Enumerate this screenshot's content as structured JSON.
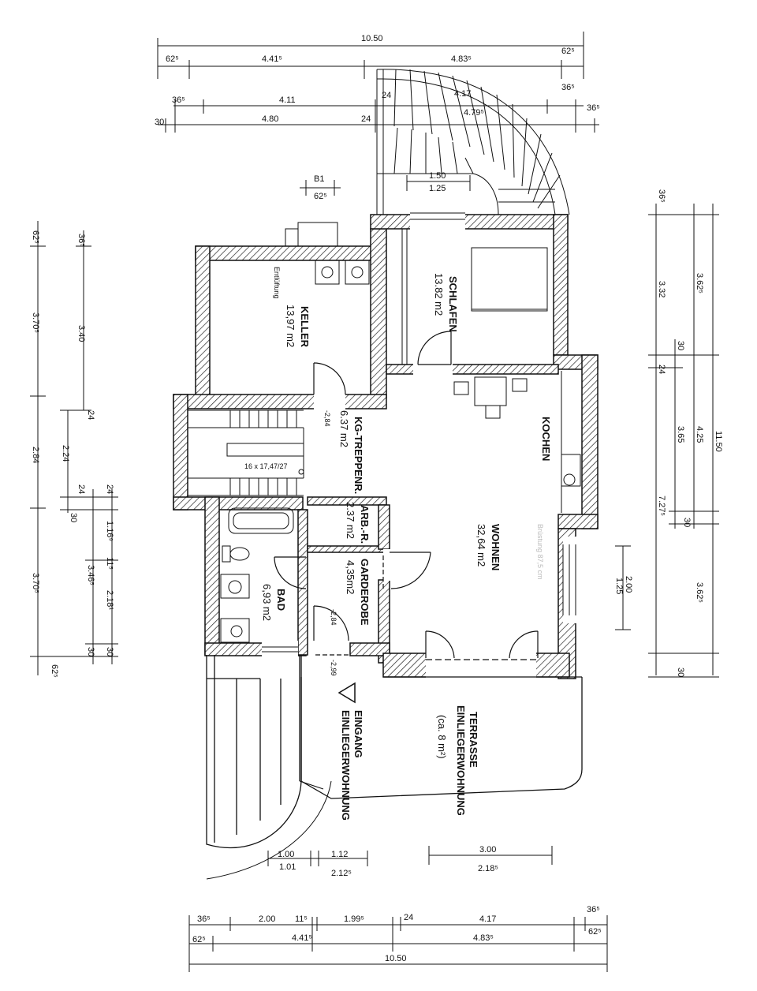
{
  "rooms": {
    "keller": {
      "name": "KELLER",
      "area": "13,97 m2",
      "note": "Entlüftung"
    },
    "schlafen": {
      "name": "SCHLAFEN",
      "area": "13.82 m2"
    },
    "treppe": {
      "name": "KG-TREPPENR.",
      "area": "6.37 m2",
      "level": "-2,84"
    },
    "stair_note": "16 x 17,47/27",
    "kochen": {
      "name": "KOCHEN"
    },
    "wohnen": {
      "name": "WOHNEN",
      "area": "32,64 m2",
      "faint": "Brüstung 87,5 cm"
    },
    "arb": {
      "name": "ARB.-R.",
      "area": "2.37 m2"
    },
    "garderobe": {
      "name": "GARDEROBE",
      "area": "4,35m2",
      "level": "-2,84"
    },
    "bad": {
      "name": "BAD",
      "area": "6,93 m2"
    },
    "eingang": {
      "line1": "EINGANG",
      "line2": "EINLIEGERWOHNUNG",
      "level": "-2,99"
    },
    "terrasse": {
      "line1": "TERRASSE",
      "line2": "EINLIEGERWOHNUNG",
      "line3": "(ca. 8 m²)"
    }
  },
  "dims": {
    "top": {
      "total": "10.50",
      "a": "62⁵",
      "b": "4.41⁵",
      "c": "4.83⁵",
      "d": "62⁵",
      "e": "36⁵",
      "f": "4.11",
      "g": "24",
      "h": "4.17",
      "i": "36⁵",
      "j": "30",
      "k": "4.80",
      "l": "24",
      "m": "4.79⁵",
      "n": "36⁵"
    },
    "b1": {
      "label": "B1",
      "value": "62⁵"
    },
    "stair_top": {
      "a": "1.50",
      "b": "1.25"
    },
    "left": {
      "a": "62⁵",
      "b": "36⁵",
      "c": "3.70⁵",
      "d": "3.40",
      "e": "24",
      "f": "2.84",
      "g": "2.24",
      "h": "24",
      "i": "24",
      "j": "30",
      "k": "1.16⁹",
      "l": "11⁵",
      "m": "3.46⁵",
      "n": "2.18¹",
      "o": "3.70⁵",
      "p": "30",
      "q": "30",
      "r": "62⁵"
    },
    "right": {
      "a": "36⁵",
      "b": "3.32",
      "c": "3.62⁵",
      "d": "30",
      "e": "24",
      "f": "3.65",
      "g": "4.25",
      "h": "7.27⁵",
      "i": "11.50",
      "j": "30",
      "k": "3.62⁵",
      "l": "30"
    },
    "window_right": {
      "a": "2.00",
      "b": "1.25"
    },
    "bottom_open": {
      "a": "1.00",
      "b": "1.01",
      "c": "1.12",
      "d": "2.12⁵",
      "e": "3.00",
      "f": "2.18⁵"
    },
    "bottom": {
      "a": "36⁵",
      "b": "2.00",
      "c": "11⁵",
      "d": "1.99⁵",
      "e": "24",
      "f": "4.17",
      "g": "36⁵",
      "h": "62⁵",
      "i": "4.41⁵",
      "j": "4.83⁵",
      "k": "62⁵",
      "total": "10.50"
    }
  }
}
